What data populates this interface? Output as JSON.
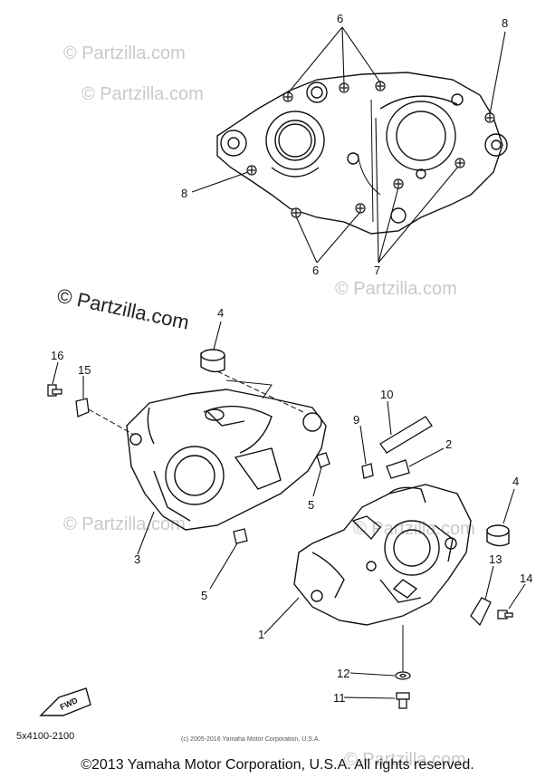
{
  "callouts": {
    "c6a": "6",
    "c6b": "6",
    "c8a": "8",
    "c8b": "8",
    "c7": "7",
    "c4a": "4",
    "c4b": "4",
    "c16": "16",
    "c15": "15",
    "c3": "3",
    "c5a": "5",
    "c5b": "5",
    "c10": "10",
    "c9": "9",
    "c2": "2",
    "c1": "1",
    "c13": "13",
    "c14": "14",
    "c12": "12",
    "c11": "11"
  },
  "watermarks": {
    "main": "© Partzilla.com",
    "faint": "© Partzilla.com"
  },
  "fwd_label": "FWD",
  "diagram_code": "5x4100-2100",
  "small_copyright": "(c) 2005-2016 Yamaha Motor Corporation, U.S.A.",
  "footer": "©2013 Yamaha Motor Corporation, U.S.A. All rights reserved."
}
